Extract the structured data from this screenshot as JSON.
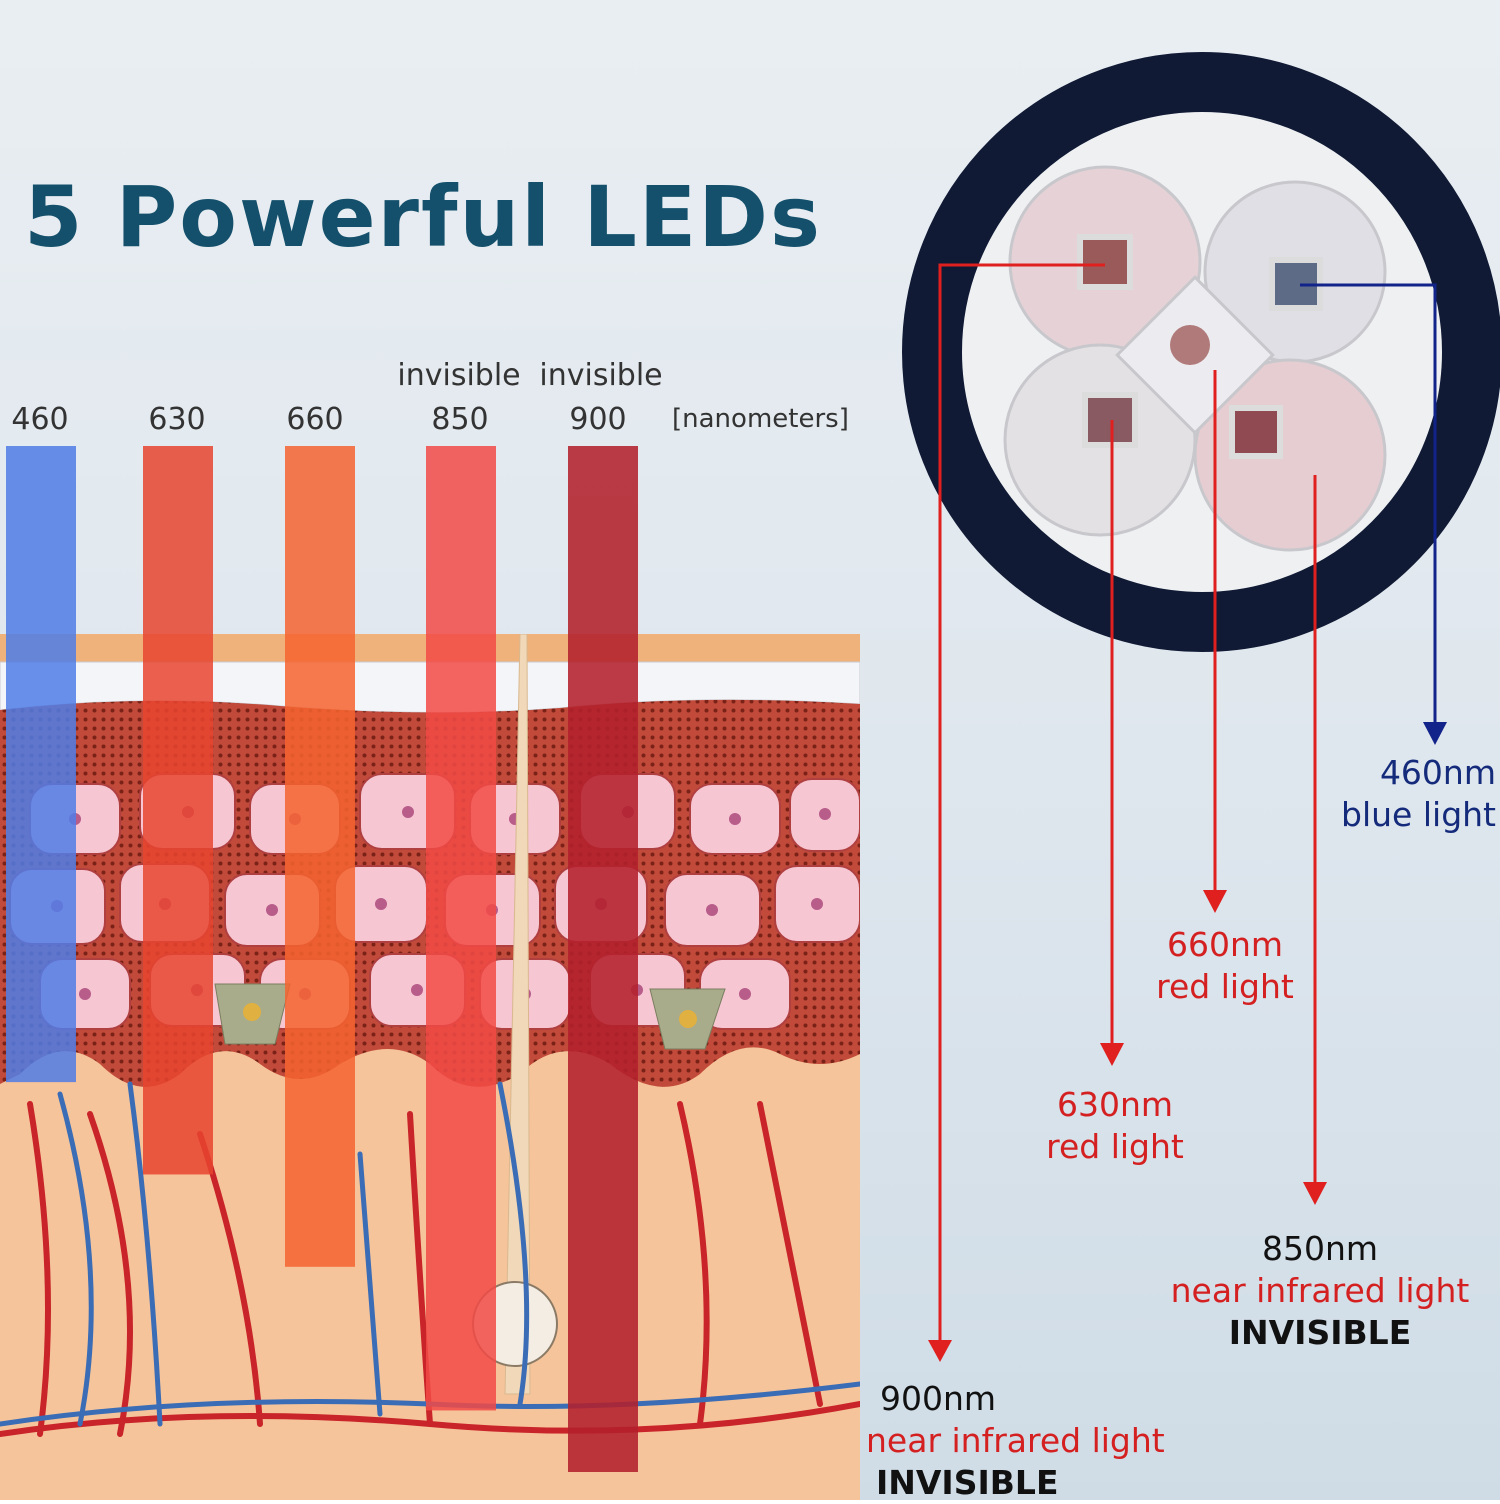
{
  "title": "5 Powerful LEDs",
  "unit_label": "[nanometers]",
  "beams": [
    {
      "wavelength": "460",
      "note": "",
      "color": "#4f7ce6",
      "depth": 0.62
    },
    {
      "wavelength": "630",
      "note": "",
      "color": "#e8442f",
      "depth": 0.71
    },
    {
      "wavelength": "660",
      "note": "",
      "color": "#f4632f",
      "depth": 0.8
    },
    {
      "wavelength": "850",
      "note": "invisible",
      "color": "#f24a45",
      "depth": 0.94
    },
    {
      "wavelength": "900",
      "note": "invisible",
      "color": "#b3202b",
      "depth": 1.0
    }
  ],
  "labels": {
    "l460": {
      "wl": "460nm",
      "desc": "blue light"
    },
    "l660": {
      "wl": "660nm",
      "desc": "red light"
    },
    "l630": {
      "wl": "630nm",
      "desc": "red light"
    },
    "l850": {
      "wl": "850nm",
      "desc": "near infrared light",
      "extra": "INVISIBLE"
    },
    "l900": {
      "wl": "900nm",
      "desc": "near infrared light",
      "extra": "INVISIBLE"
    }
  },
  "colors": {
    "title": "#14506b",
    "red_text": "#d42020",
    "blue_text": "#142a7a",
    "ring": "#0f1a33"
  }
}
